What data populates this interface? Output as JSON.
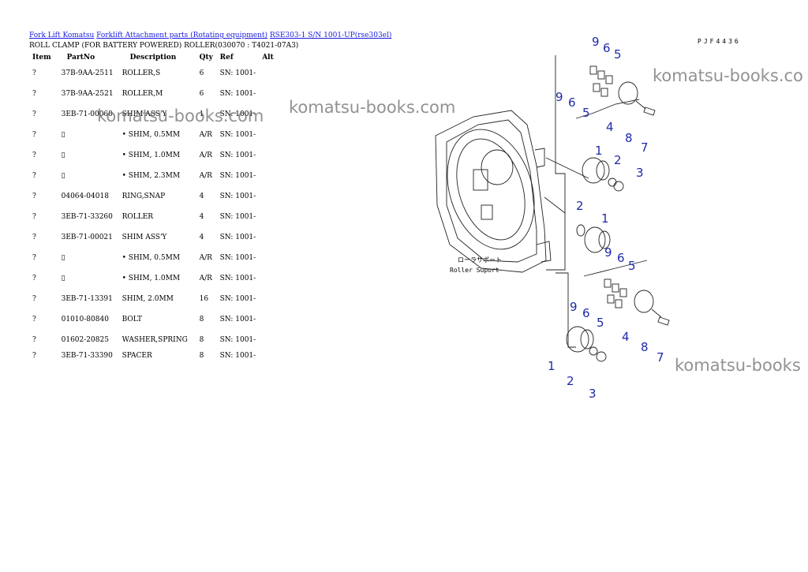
{
  "breadcrumb": [
    {
      "label": "Fork Lift Komatsu"
    },
    {
      "label": "Forklift Attachment parts (Rotating equipment)"
    },
    {
      "label": "RSE303-1 S/N 1001-UP(rse303el)"
    }
  ],
  "subtitle": "ROLL CLAMP (FOR BATTERY POWERED) ROLLER(030070 : T4021-07A3)",
  "table": {
    "headers": [
      "Item",
      "PartNo",
      "Description",
      "Qty",
      "Ref",
      "Alt"
    ],
    "rows": [
      {
        "item": "?",
        "part": "37B-9AA-2511",
        "desc": "ROLLER,S",
        "qty": "6",
        "ref": "SN: 1001-",
        "alt": ""
      },
      {
        "item": "?",
        "part": "37B-9AA-2521",
        "desc": "ROLLER,M",
        "qty": "6",
        "ref": "SN: 1001-",
        "alt": ""
      },
      {
        "item": "?",
        "part": "3EB-71-00060",
        "desc": "SHIM ASS'Y",
        "qty": "1",
        "ref": "SN: 1001-",
        "alt": ""
      },
      {
        "item": "?",
        "part": "▯",
        "desc": "• SHIM, 0.5MM",
        "qty": "A/R",
        "ref": "SN: 1001-",
        "alt": ""
      },
      {
        "item": "?",
        "part": "▯",
        "desc": "• SHIM, 1.0MM",
        "qty": "A/R",
        "ref": "SN: 1001-",
        "alt": ""
      },
      {
        "item": "?",
        "part": "▯",
        "desc": "• SHIM, 2.3MM",
        "qty": "A/R",
        "ref": "SN: 1001-",
        "alt": ""
      },
      {
        "item": "?",
        "part": "04064-04018",
        "desc": "RING,SNAP",
        "qty": "4",
        "ref": "SN: 1001-",
        "alt": ""
      },
      {
        "item": "?",
        "part": "3EB-71-33260",
        "desc": "ROLLER",
        "qty": "4",
        "ref": "SN: 1001-",
        "alt": ""
      },
      {
        "item": "?",
        "part": "3EB-71-00021",
        "desc": "SHIM ASS'Y",
        "qty": "4",
        "ref": "SN: 1001-",
        "alt": ""
      },
      {
        "item": "?",
        "part": "▯",
        "desc": "• SHIM, 0.5MM",
        "qty": "A/R",
        "ref": "SN: 1001-",
        "alt": ""
      },
      {
        "item": "?",
        "part": "▯",
        "desc": "• SHIM, 1.0MM",
        "qty": "A/R",
        "ref": "SN: 1001-",
        "alt": ""
      },
      {
        "item": "?",
        "part": "3EB-71-13391",
        "desc": "SHIM, 2.0MM",
        "qty": "16",
        "ref": "SN: 1001-",
        "alt": ""
      },
      {
        "item": "?",
        "part": "01010-80840",
        "desc": "BOLT",
        "qty": "8",
        "ref": "SN: 1001-",
        "alt": ""
      },
      {
        "item": "?",
        "part": "01602-20825",
        "desc": "WASHER,SPRING",
        "qty": "8",
        "ref": "SN: 1001-",
        "alt": ""
      },
      {
        "item": "?",
        "part": "3EB-71-33390",
        "desc": "SPACER",
        "qty": "8",
        "ref": "SN: 1001-",
        "alt": ""
      }
    ]
  },
  "watermark_text": "komatsu-books.com",
  "watermark_text_right_top": "komatsu-books.co",
  "watermark_text_right_bottom": "komatsu-books",
  "diagram": {
    "code": "PJF4436",
    "label_jp": "ローラサポート",
    "label_en": "Roller Suport",
    "callouts": [
      "9",
      "6",
      "5",
      "9",
      "6",
      "5",
      "4",
      "8",
      "7",
      "1",
      "2",
      "3",
      "2",
      "1",
      "9",
      "6",
      "5",
      "9",
      "6",
      "5",
      "4",
      "8",
      "7",
      "1",
      "2",
      "3"
    ]
  },
  "colors": {
    "link": "#1a1adf",
    "callout": "#1f2aa8",
    "watermark": "#6e6e6e"
  }
}
